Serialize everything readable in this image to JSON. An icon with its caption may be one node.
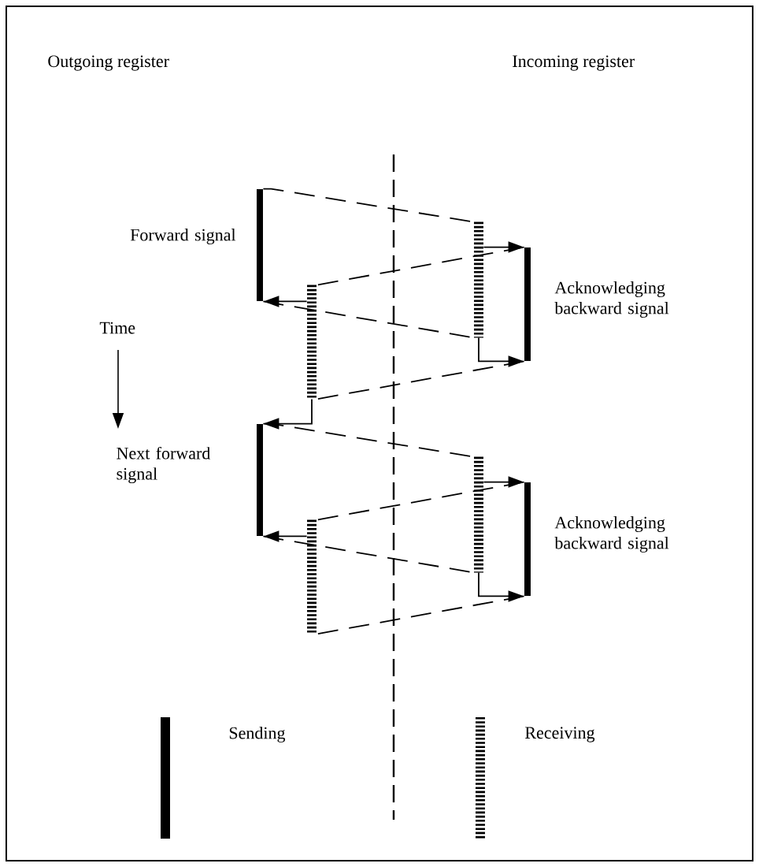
{
  "diagram": {
    "nodes": [
      {
        "text": [],
        "shape": "bar",
        "beside": [
          "Forward signal"
        ]
      },
      {
        "text": [],
        "shape": "bar"
      },
      {
        "text": [],
        "shape": "bar",
        "beside": [
          "Acknowledging backward signal"
        ]
      },
      {
        "text": [],
        "shape": "bar"
      },
      {
        "text": [],
        "shape": "bar",
        "beside": [
          "Next forward signal"
        ]
      },
      {
        "text": [],
        "shape": "bar"
      },
      {
        "text": [],
        "shape": "bar",
        "beside": [
          "Acknowledging backward signal"
        ]
      },
      {
        "text": [],
        "shape": "bar"
      }
    ],
    "edges": [
      {
        "from": 0,
        "to": 1,
        "arrow": "none",
        "style": "dashed"
      },
      {
        "from": 0,
        "to": 1,
        "arrow": "none",
        "style": "dashed"
      },
      {
        "from": 1,
        "to": 2,
        "arrow": "to"
      },
      {
        "from": 1,
        "to": 2,
        "arrow": "to"
      },
      {
        "from": 2,
        "to": 3,
        "arrow": "none",
        "style": "dashed"
      },
      {
        "from": 2,
        "to": 3,
        "arrow": "none",
        "style": "dashed"
      },
      {
        "from": 3,
        "to": 0,
        "arrow": "to"
      },
      {
        "from": 3,
        "to": 4,
        "arrow": "to"
      },
      {
        "from": 4,
        "to": 5,
        "arrow": "none",
        "style": "dashed"
      },
      {
        "from": 4,
        "to": 5,
        "arrow": "none",
        "style": "dashed"
      },
      {
        "from": 5,
        "to": 6,
        "arrow": "to"
      },
      {
        "from": 5,
        "to": 6,
        "arrow": "to"
      },
      {
        "from": 6,
        "to": 7,
        "arrow": "none",
        "style": "dashed"
      },
      {
        "from": 6,
        "to": 7,
        "arrow": "none",
        "style": "dashed"
      },
      {
        "from": 7,
        "to": 4,
        "arrow": "to"
      }
    ],
    "labels": [
      "Outgoing register",
      "Incoming register",
      "Time"
    ],
    "legend": [
      {
        "text": "Sending"
      },
      {
        "text": "Receiving"
      }
    ]
  }
}
